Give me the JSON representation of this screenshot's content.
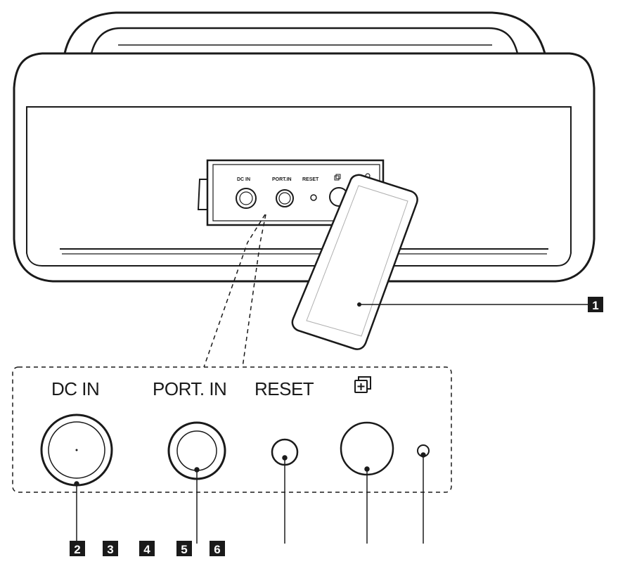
{
  "panel_labels": {
    "dc_in": "DC IN",
    "port_in": "PORT.IN",
    "reset": "RESET"
  },
  "detail_labels": {
    "dc_in": "DC IN",
    "port_in": "PORT. IN",
    "reset": "RESET"
  },
  "callouts": {
    "cover": "1",
    "c2": "2",
    "c3": "3",
    "c4": "4",
    "c5": "5",
    "c6": "6"
  },
  "icons": {
    "panel_function": "multi-window-plus-icon",
    "detail_function": "multi-window-plus-icon"
  },
  "colors": {
    "line": "#1a1a1a",
    "badge": "#1a1a1a",
    "background": "#ffffff"
  }
}
